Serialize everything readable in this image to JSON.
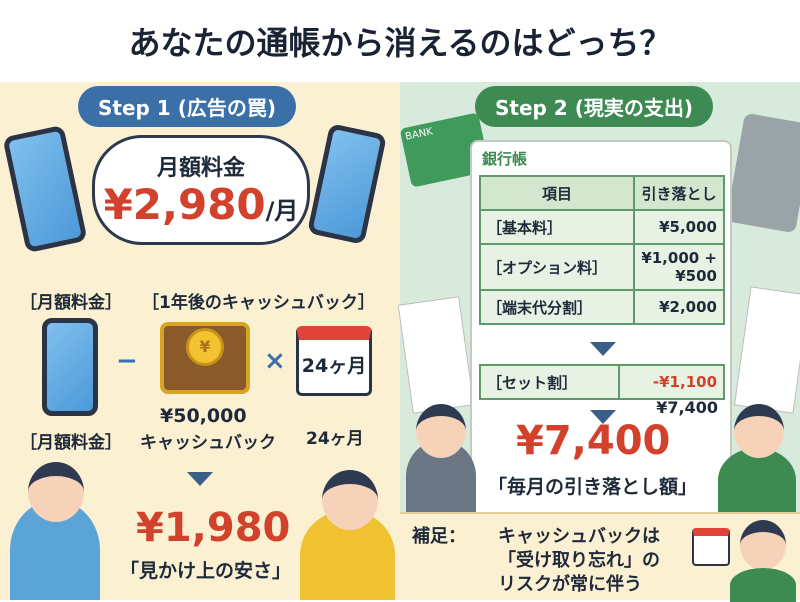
{
  "title": "あなたの通帳から消えるのはどっち？",
  "left": {
    "step": "Step 1 (広告の罠)",
    "bubble": {
      "label": "月額料金",
      "price": "¥2,980",
      "unit": "/月"
    },
    "labels": {
      "monthly_top": "［月額料金］",
      "cashback_top": "［1年後のキャッシュバック］",
      "monthly_bottom": "［月額料金］",
      "cashback_amount": "¥50,000",
      "cashback_text": "キャッシュバック",
      "months": "24ヶ月",
      "calendar": "24ヶ月",
      "coin": "¥"
    },
    "ops": {
      "minus": "−",
      "times": "×"
    },
    "result": {
      "price": "¥1,980",
      "caption": "「見かけ上の安さ」"
    }
  },
  "right": {
    "step": "Step 2 (現実の支出)",
    "ledger": {
      "title": "銀行帳",
      "headers": [
        "項目",
        "引き落とし"
      ],
      "rows": [
        {
          "item": "［基本料］",
          "amount": "¥5,000"
        },
        {
          "item": "［オプション料］",
          "amount": "¥1,000 +¥500"
        },
        {
          "item": "［端末代分割］",
          "amount": "¥2,000"
        }
      ],
      "discount": {
        "item": "［セット割］",
        "amount": "-¥1,100"
      },
      "subtotal": "¥7,400"
    },
    "result": {
      "price": "¥7,400",
      "caption": "「毎月の引き落とし額」"
    },
    "card_text": "BANK",
    "note": {
      "label": "補足：",
      "line1": "キャッシュバックは",
      "line2": "「受け取り忘れ」の",
      "line3": "リスクが常に伴う"
    }
  },
  "colors": {
    "accent_red": "#d2412c",
    "step1": "#3a6fa8",
    "step2": "#3d8a52"
  }
}
